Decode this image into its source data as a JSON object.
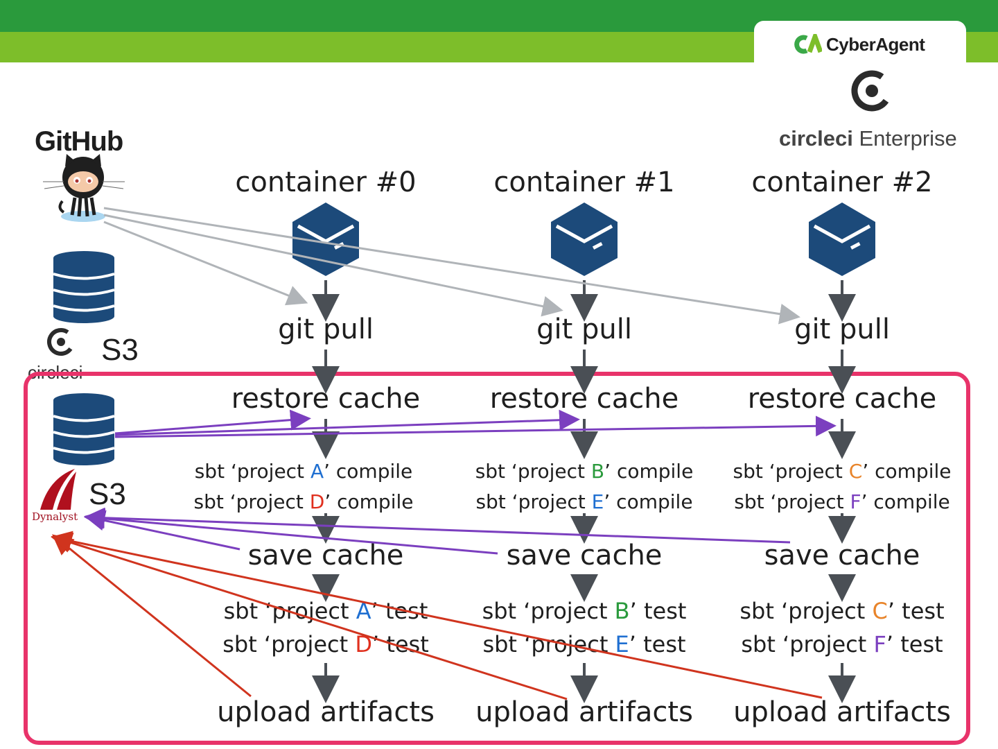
{
  "brand": {
    "name": "CyberAgent",
    "colors": {
      "header_dark": "#2a9a3c",
      "header_light": "#7dbe2a",
      "frame": "#e8336a"
    }
  },
  "circleci": {
    "prefix": "circleci",
    "suffix": " Enterprise",
    "icon": "circleci-logo-icon"
  },
  "github": {
    "label": "GitHub",
    "icon": "octocat-icon"
  },
  "storage": {
    "s3_top": "S3",
    "circleci_small": "circleci",
    "s3_bottom": "S3",
    "dynalyst": "Dynalyst"
  },
  "containers": [
    {
      "title": "container #0",
      "git": "git pull",
      "restore": "restore cache",
      "save": "save cache",
      "upload": "upload artifacts",
      "compile": [
        {
          "pre": "sbt ‘project ",
          "p": "A",
          "post": "’ compile"
        },
        {
          "pre": "sbt ‘project ",
          "p": "D",
          "post": "’ compile"
        }
      ],
      "test": [
        {
          "pre": "sbt ‘project ",
          "p": "A",
          "post": "’ test"
        },
        {
          "pre": "sbt ‘project ",
          "p": "D",
          "post": "’ test"
        }
      ]
    },
    {
      "title": "container #1",
      "git": "git pull",
      "restore": "restore cache",
      "save": "save cache",
      "upload": "upload artifacts",
      "compile": [
        {
          "pre": "sbt ‘project ",
          "p": "B",
          "post": "’ compile"
        },
        {
          "pre": "sbt ‘project ",
          "p": "E",
          "post": "’ compile"
        }
      ],
      "test": [
        {
          "pre": "sbt ‘project ",
          "p": "B",
          "post": "’ test"
        },
        {
          "pre": "sbt ‘project ",
          "p": "E",
          "post": "’ test"
        }
      ]
    },
    {
      "title": "container #2",
      "git": "git pull",
      "restore": "restore cache",
      "save": "save cache",
      "upload": "upload artifacts",
      "compile": [
        {
          "pre": "sbt ‘project ",
          "p": "C",
          "post": "’ compile"
        },
        {
          "pre": "sbt ‘project ",
          "p": "F",
          "post": "’ compile"
        }
      ],
      "test": [
        {
          "pre": "sbt ‘project ",
          "p": "C",
          "post": "’ test"
        },
        {
          "pre": "sbt ‘project ",
          "p": "F",
          "post": "’ test"
        }
      ]
    }
  ],
  "arrow_colors": {
    "flow": "#4a4f55",
    "git": "#b0b4b8",
    "cache": "#7b3fbf",
    "artifact": "#d0341e"
  }
}
